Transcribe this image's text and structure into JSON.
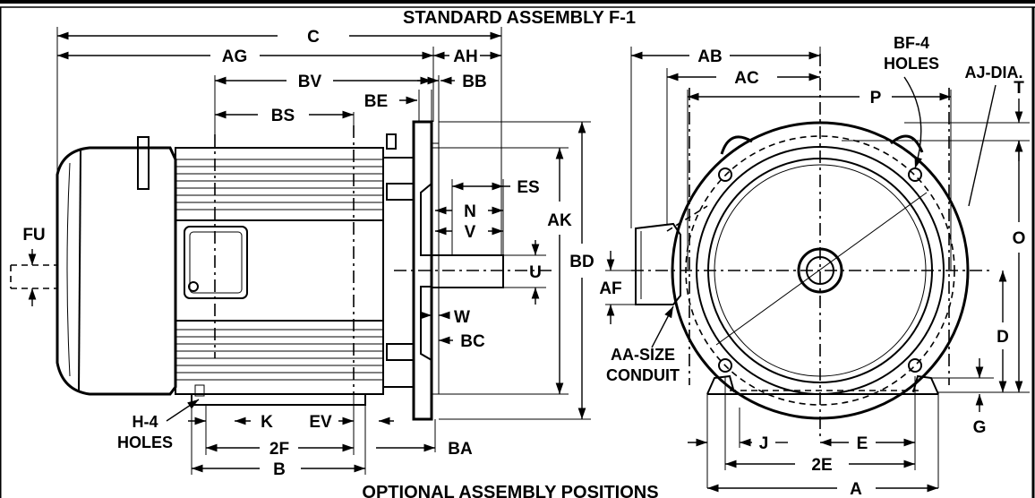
{
  "titles": {
    "top": "STANDARD ASSEMBLY F-1",
    "bottom": "OPTIONAL ASSEMBLY POSITIONS"
  },
  "side_view": {
    "C": "C",
    "AG": "AG",
    "AH": "AH",
    "BB": "BB",
    "BV": "BV",
    "BE": "BE",
    "BS": "BS",
    "ES": "ES",
    "N": "N",
    "V": "V",
    "AK": "AK",
    "BD": "BD",
    "U": "U",
    "FU": "FU",
    "W": "W",
    "BC": "BC",
    "H4_line1": "H-4",
    "H4_line2": "HOLES",
    "K": "K",
    "EV": "EV",
    "F2": "2F",
    "BA": "BA",
    "B": "B"
  },
  "front_view": {
    "AB": "AB",
    "AC": "AC",
    "BF4_line1": "BF-4",
    "BF4_line2": "HOLES",
    "AJ": "AJ-DIA.",
    "P": "P",
    "T": "T",
    "O": "O",
    "AF": "AF",
    "AA_line1": "AA-SIZE",
    "AA_line2": "CONDUIT",
    "D": "D",
    "G": "G",
    "J": "J",
    "E": "E",
    "E2": "2E",
    "A": "A"
  }
}
